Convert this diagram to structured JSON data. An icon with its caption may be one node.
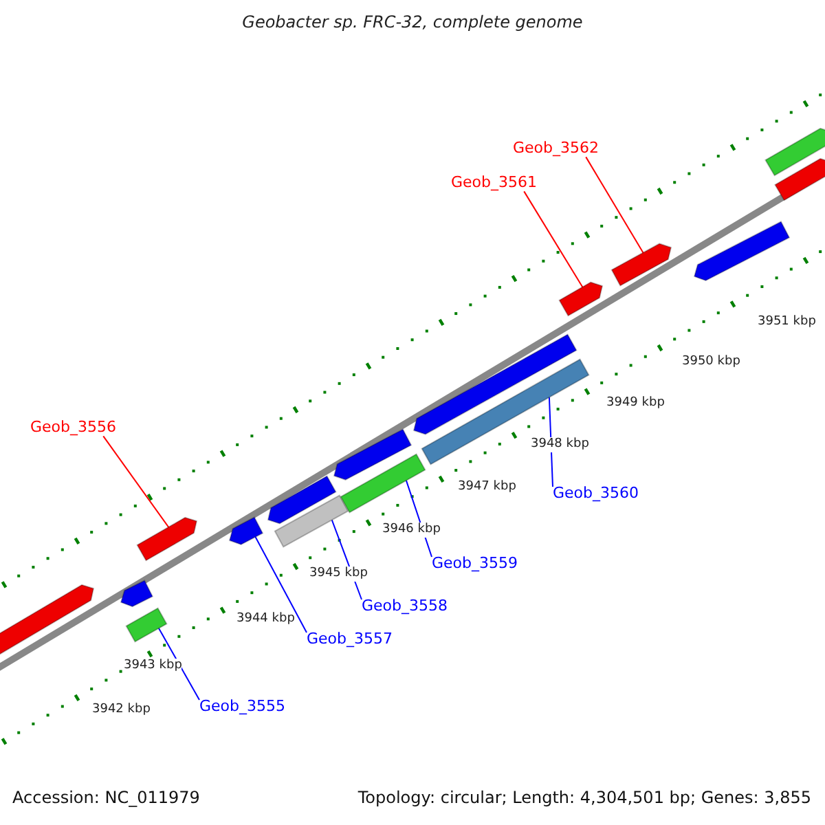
{
  "diagram": {
    "title": "Geobacter sp. FRC-32, complete genome",
    "nodes": [
      {
        "text": [
          "Geob_3556"
        ]
      },
      {
        "text": [
          "Geob_3561"
        ]
      },
      {
        "text": [
          "Geob_3562"
        ]
      },
      {
        "text": [
          "Geob_3555"
        ]
      },
      {
        "text": [
          "Geob_3557"
        ]
      },
      {
        "text": [
          "Geob_3558"
        ]
      },
      {
        "text": [
          "Geob_3559"
        ]
      },
      {
        "text": [
          "Geob_3560"
        ]
      },
      {
        "text": [],
        "shape": "bar"
      },
      {
        "text": [],
        "shape": "bar"
      },
      {
        "text": [],
        "shape": "bar"
      },
      {
        "text": [],
        "shape": "bar"
      },
      {
        "text": [],
        "shape": "bar"
      },
      {
        "text": [],
        "shape": "bar"
      },
      {
        "text": [],
        "shape": "bar"
      },
      {
        "text": [],
        "shape": "bar"
      },
      {
        "text": [],
        "shape": "bar"
      },
      {
        "text": [],
        "shape": "bar"
      },
      {
        "text": [],
        "shape": "bar"
      },
      {
        "text": [],
        "shape": "bar"
      },
      {
        "text": [],
        "shape": "bar"
      },
      {
        "text": [],
        "shape": "bar"
      },
      {
        "text": [],
        "shape": "bar"
      },
      {
        "text": [],
        "shape": "bar"
      }
    ],
    "edges": [
      {
        "from": 0,
        "to": 11,
        "arrow": "none",
        "color": "#ff0000"
      },
      {
        "from": 1,
        "to": 19,
        "arrow": "none",
        "color": "#ff0000"
      },
      {
        "from": 2,
        "to": 20,
        "arrow": "none",
        "color": "#ff0000"
      },
      {
        "from": 3,
        "to": 10,
        "arrow": "none"
      },
      {
        "from": 4,
        "to": 12,
        "arrow": "none"
      },
      {
        "from": 5,
        "to": 14,
        "arrow": "none"
      },
      {
        "from": 6,
        "to": 16,
        "arrow": "none"
      },
      {
        "from": 7,
        "to": 18,
        "arrow": "none"
      }
    ],
    "labels": [
      "3951 kbp",
      "3950 kbp",
      "3949 kbp",
      "3948 kbp",
      "3947 kbp",
      "3946 kbp",
      "3945 kbp",
      "3944 kbp",
      "3943 kbp",
      "3942 kbp",
      "Accession: NC_011979",
      "Topology: circular; Length: 4,304,501 bp; Genes: 3,855"
    ]
  }
}
